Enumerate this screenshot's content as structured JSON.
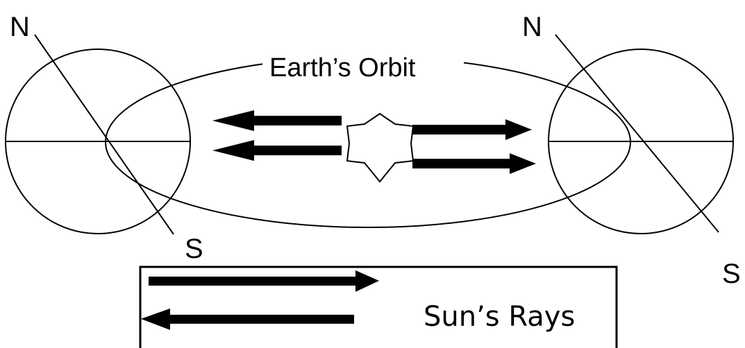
{
  "labels": {
    "left_north": "N",
    "left_south": "S",
    "right_north": "N",
    "right_south": "S",
    "orbit": "Earth’s Orbit",
    "legend": "Sun’s Rays"
  },
  "colors": {
    "ink": "#000000",
    "background": "#ffffff"
  },
  "icons": {
    "sun": "eight-point-star-icon"
  }
}
